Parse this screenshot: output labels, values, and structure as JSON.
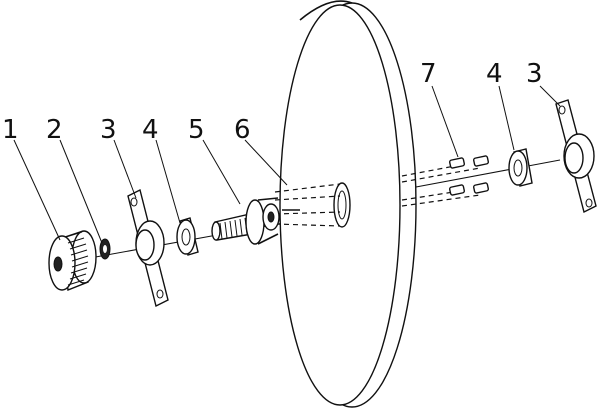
{
  "callouts": [
    {
      "id": "c1",
      "text": "1"
    },
    {
      "id": "c2",
      "text": "2"
    },
    {
      "id": "c3a",
      "text": "3"
    },
    {
      "id": "c4a",
      "text": "4"
    },
    {
      "id": "c5",
      "text": "5"
    },
    {
      "id": "c6",
      "text": "6"
    },
    {
      "id": "c7",
      "text": "7"
    },
    {
      "id": "c4b",
      "text": "4"
    },
    {
      "id": "c3b",
      "text": "3"
    }
  ]
}
